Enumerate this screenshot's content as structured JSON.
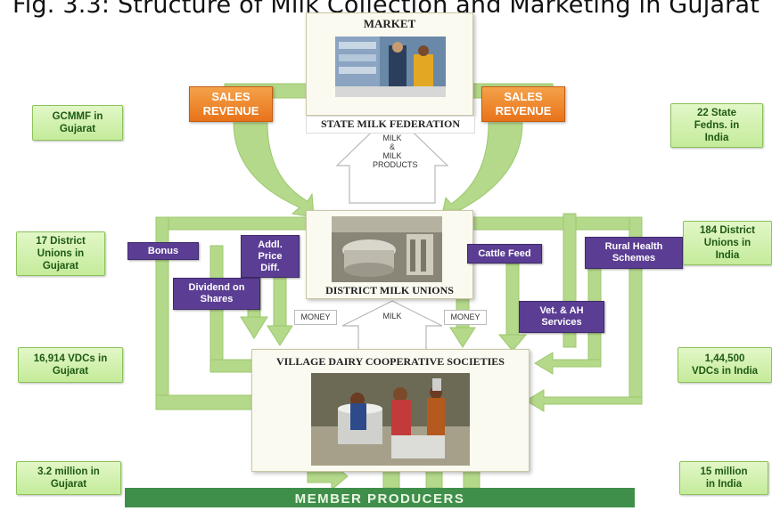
{
  "title": "Fig. 3.3: Structure of Milk Collection and Marketing in Gujarat",
  "colors": {
    "arrow_green": "#b5d98a",
    "side_box": "#d2f0ad",
    "purple": "#5b3e94",
    "orange": "#ee8427",
    "footer": "#3f8f4a"
  },
  "top": {
    "market": "MARKET",
    "state_federation": "STATE MILK FEDERATION",
    "sales_revenue_left": "SALES\nREVENUE",
    "sales_revenue_right": "SALES\nREVENUE",
    "milk_products": "MILK\n&\nMILK\nPRODUCTS"
  },
  "middle": {
    "district_unions": "DISTRICT MILK UNIONS",
    "money_left": "MONEY",
    "milk": "MILK",
    "money_right": "MONEY",
    "village_societies": "VILLAGE DAIRY COOPERATIVE SOCIETIES",
    "member_producers": "MEMBER PRODUCERS"
  },
  "purple_boxes": {
    "bonus": "Bonus",
    "addl_price": "Addl.\nPrice\nDiff.",
    "dividend": "Dividend on\nShares",
    "cattle_feed": "Cattle Feed",
    "rural_health": "Rural Health\nSchemes",
    "vet_ah": "Vet. & AH\nServices"
  },
  "left_boxes": {
    "gcmmf": "GCMMF in\nGujarat",
    "district_unions": "17 District\nUnions in\nGujarat",
    "vdcs": "16,914 VDCs in\nGujarat",
    "million": "3.2 million in\nGujarat"
  },
  "right_boxes": {
    "state_fedns": "22 State\nFedns. in\nIndia",
    "district_unions": "184 District\nUnions in\nIndia",
    "vdcs": "1,44,500\nVDCs in India",
    "million": "15 million\nin India"
  }
}
